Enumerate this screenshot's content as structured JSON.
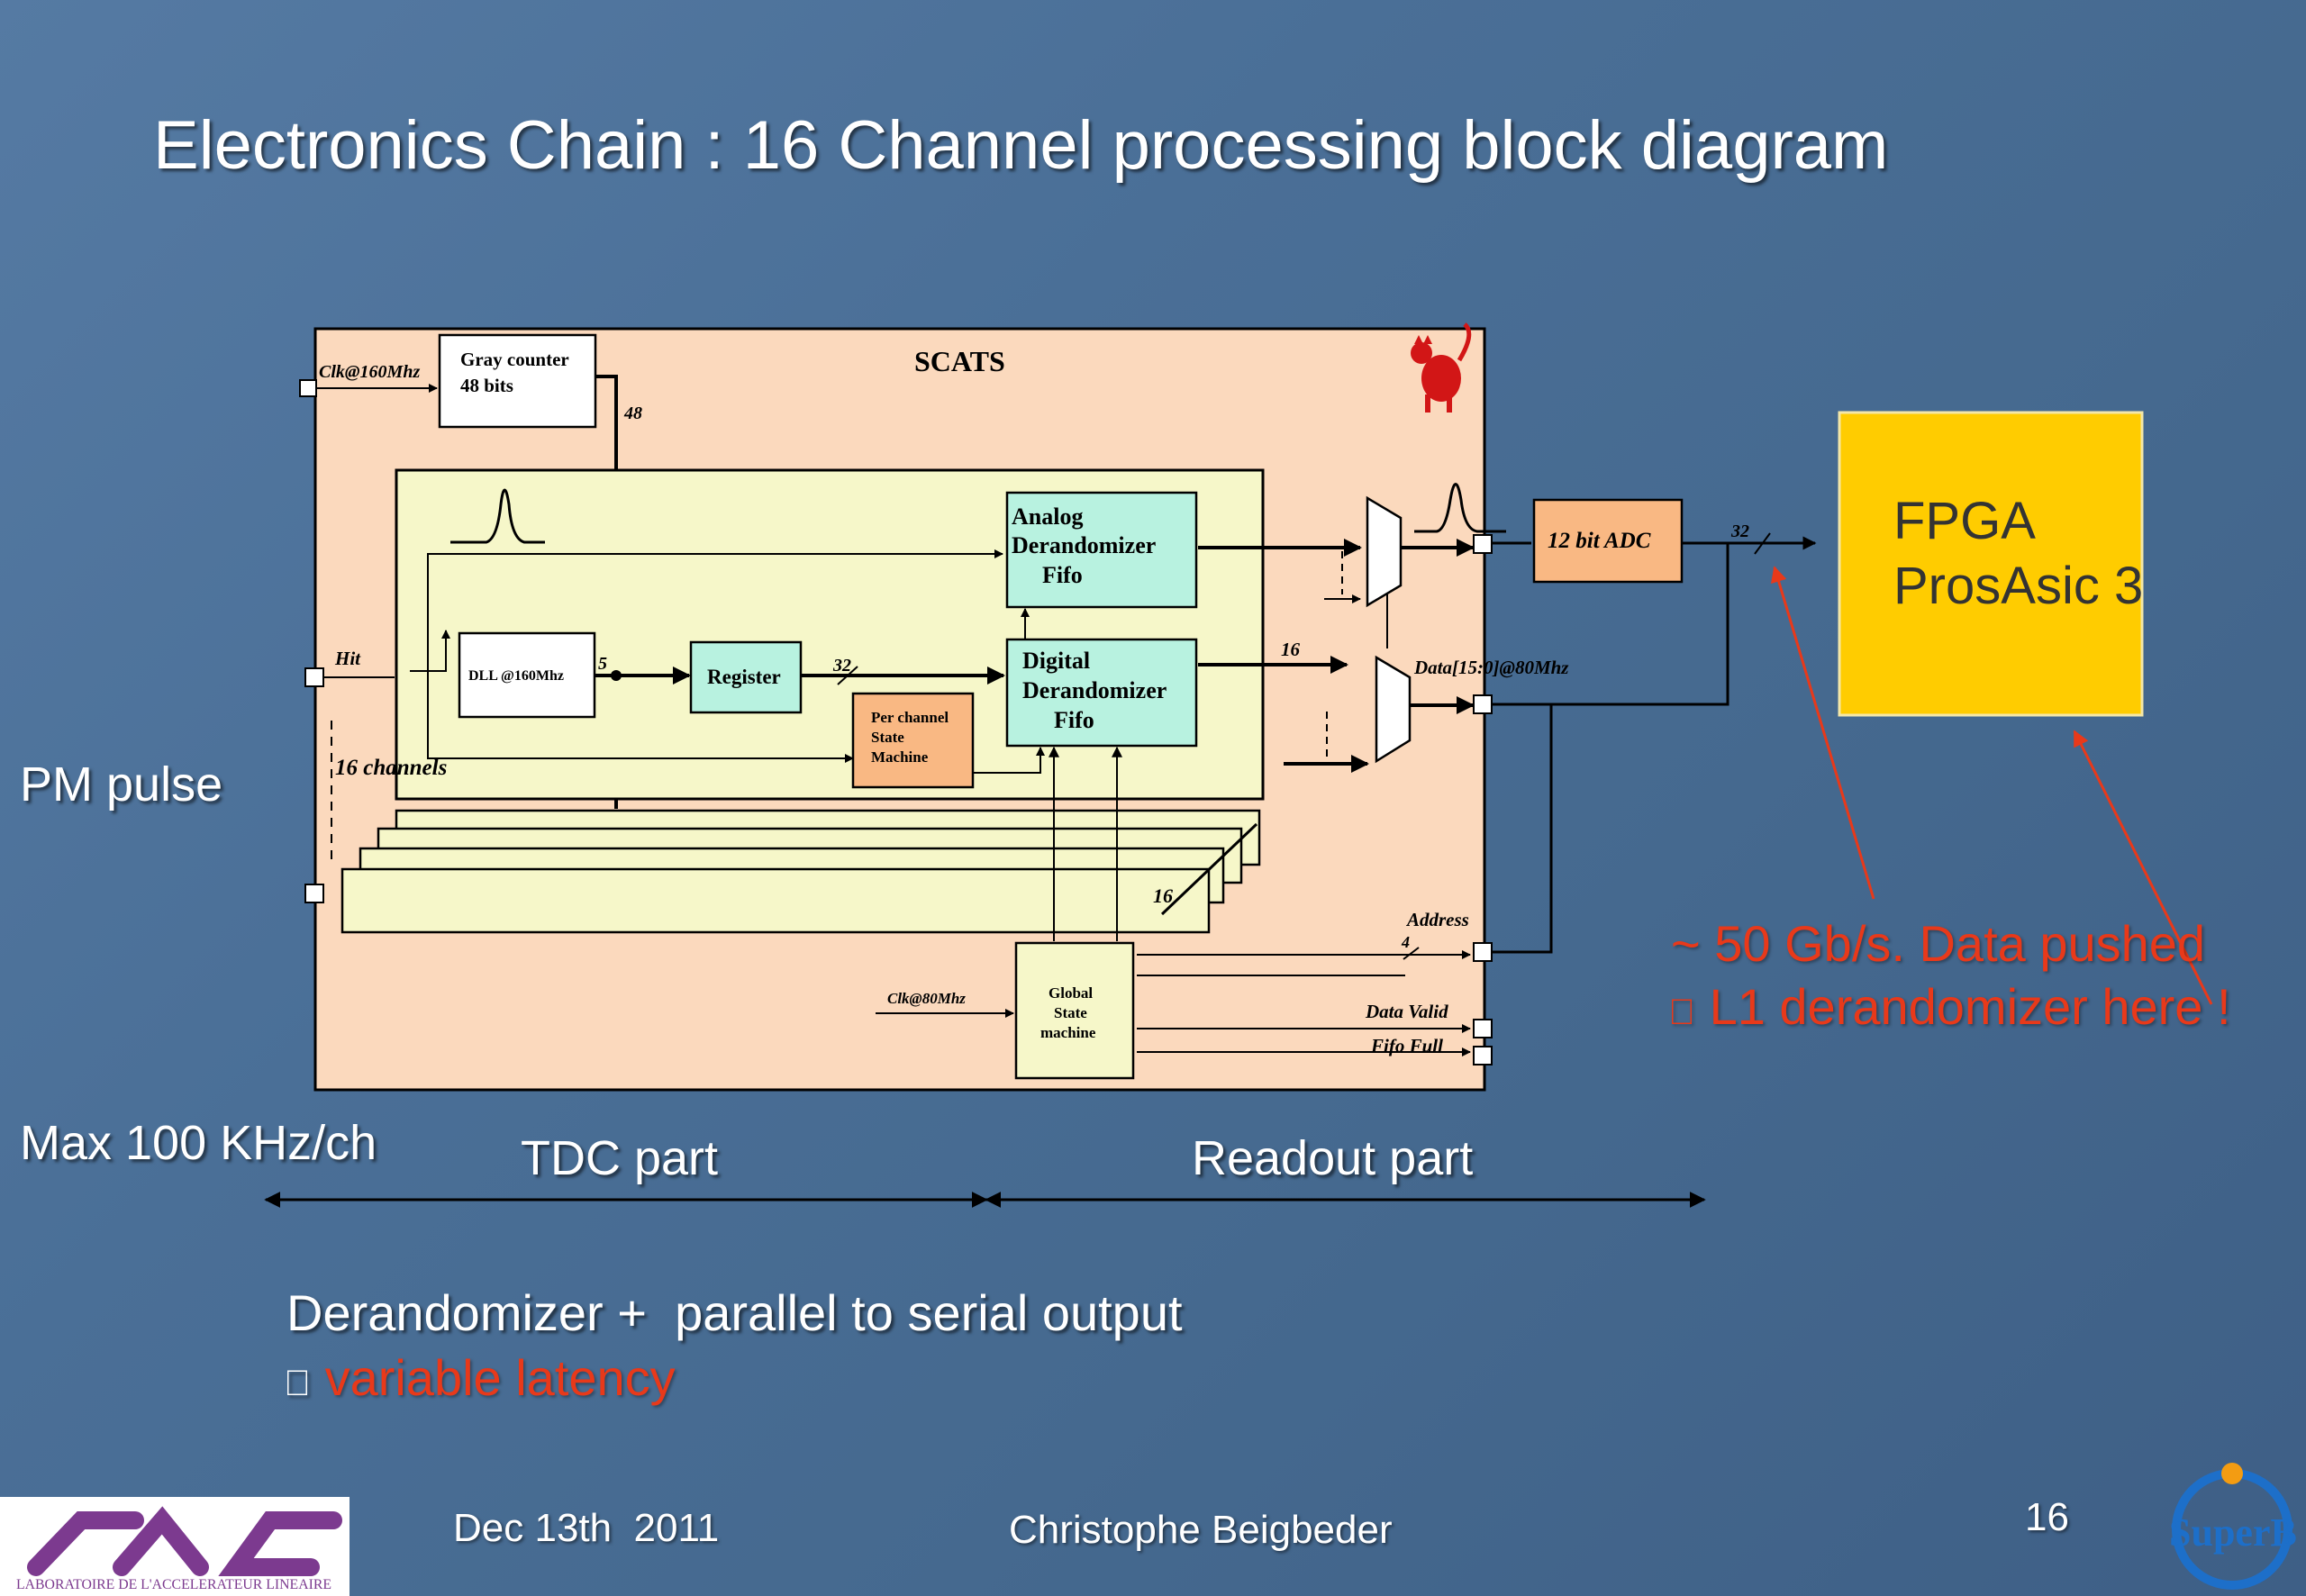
{
  "slide": {
    "title": "Electronics Chain : 16 Channel processing block diagram",
    "left_labels": {
      "pm_pulse": "PM pulse",
      "max_rate": "Max 100 KHz/ch"
    },
    "parts": {
      "tdc": "TDC part",
      "readout": "Readout part"
    },
    "bottom": {
      "line1": "Derandomizer +  parallel to serial output",
      "bullet": "",
      "line2": "variable latency"
    },
    "fpga": {
      "line1": "FPGA",
      "line2": "ProsAsic 3"
    },
    "annotation": {
      "line1": "~ 50 Gb/s. Data pushed",
      "bullet": "",
      "line2": "L1 derandomizer here !"
    },
    "footer": {
      "date": "Dec 13th  2011",
      "author": "Christophe Beigbeder",
      "page": "16"
    },
    "logos": {
      "lal": "LABORATOIRE DE L'ACCELERATEUR LINEAIRE",
      "superb": "SuperB"
    }
  },
  "diagram": {
    "title": "SCATS",
    "gray_counter": {
      "line1": "Gray counter",
      "line2": "48 bits"
    },
    "clk160": "Clk@160Mhz",
    "bus48": "48",
    "hit": "Hit",
    "dll": "DLL @160Mhz",
    "bus5": "5",
    "register": "Register",
    "bus32a": "32",
    "per_channel": {
      "line1": "Per channel",
      "line2": "State",
      "line3": "Machine"
    },
    "analog_fifo": {
      "line1": "Analog",
      "line2": "Derandomizer",
      "line3": "Fifo"
    },
    "digital_fifo": {
      "line1": "Digital",
      "line2": "Derandomizer",
      "line3": "Fifo"
    },
    "channels16": "16 channels",
    "stack16": "16",
    "bus16": "16",
    "data_bus": "Data[15:0]@80Mhz",
    "adc": "12 bit ADC",
    "bus32b": "32",
    "address": "Address",
    "addr_width": "4",
    "clk80": "Clk@80Mhz",
    "global_sm": {
      "line1": "Global",
      "line2": "State",
      "line3": "machine"
    },
    "data_valid": "Data Valid",
    "fifo_full": "Fifo Full"
  },
  "colors": {
    "slide_bg": "#4a6f97",
    "scats_bg": "#fbd9bd",
    "channel_bg": "#f6f7c9",
    "fifo_bg": "#b8f2e0",
    "adc_bg": "#f9b883",
    "fpga_bg": "#ffcc00",
    "annotation": "#e8391a"
  }
}
